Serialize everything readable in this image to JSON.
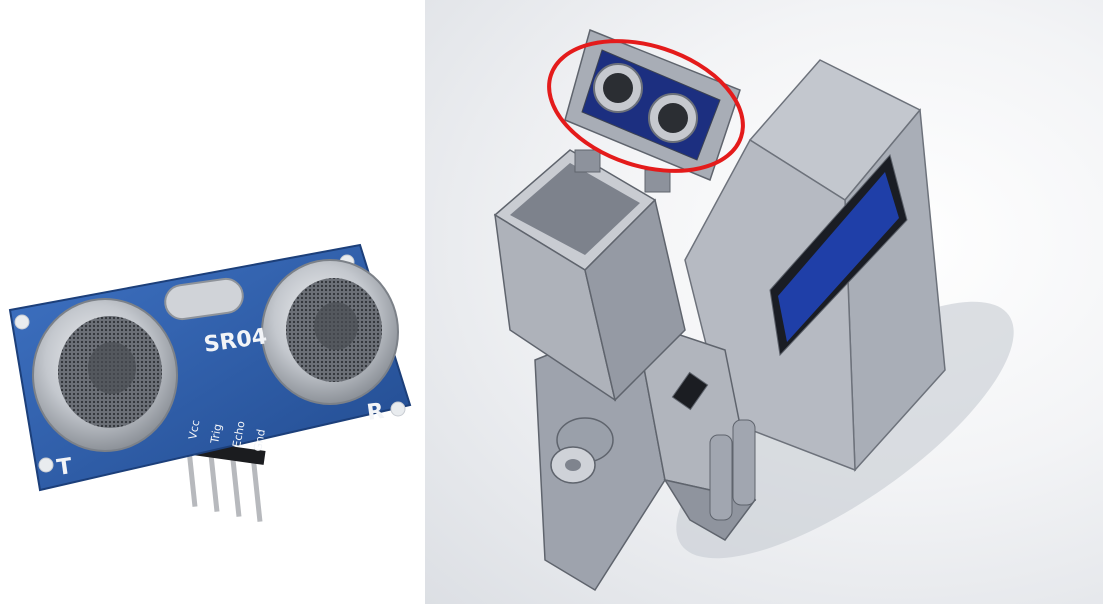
{
  "sensor_photo": {
    "board_label": "SR04",
    "left_marking": "T",
    "right_marking": "R",
    "pin_labels": [
      "Vcc",
      "Trig",
      "Echo",
      "Gnd"
    ]
  },
  "cad_render": {
    "highlight_color": "#e41b1b"
  },
  "colors": {
    "pcb_blue": "#2f5da8",
    "metal": "#c9ccd1",
    "cad_gray": "#9ea3ad",
    "lcd_blue": "#1f3fa8"
  }
}
